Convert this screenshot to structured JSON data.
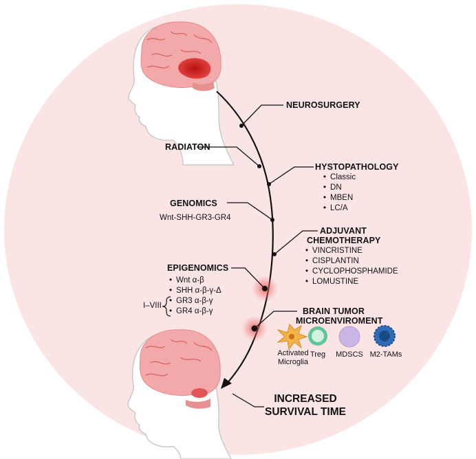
{
  "colors": {
    "background_circle": "#fbe4e4",
    "brain": "#f2a6a6",
    "tumor": "#d11f1f",
    "timeline": "#111111"
  },
  "steps": {
    "neurosurgery": "NEUROSURGERY",
    "radiation": "RADIATON",
    "histopathology": {
      "title": "HYSTOPATHOLOGY",
      "items": [
        "Classic",
        "DN",
        "MBEN",
        "LC/A"
      ]
    },
    "genomics": {
      "title": "GENOMICS",
      "subtitle": "Wnt-SHH-GR3-GR4"
    },
    "adjuvant": {
      "title_line1": "ADJUVANT",
      "title_line2": "CHEMOTHERAPY",
      "items": [
        "VINCRISTINE",
        "CISPLANTIN",
        "CYCLOPHOSPHAMIDE",
        "LOMUSTINE"
      ]
    },
    "epigenomics": {
      "title": "EPIGENOMICS",
      "items": [
        "Wnt α-β",
        "SHH α-β-γ-Δ",
        "GR3 α-β-γ",
        "GR4 α-β-γ"
      ],
      "range_label": "I–VIII"
    },
    "microenvironment": {
      "title_line1": "BRAIN TUMOR",
      "title_line2": "MICROENVIROMENT",
      "cells": [
        "Activated Microglia",
        "Treg",
        "MDSCS",
        "M2-TAMs"
      ],
      "cell_label_microglia_line1": "Activated",
      "cell_label_microglia_line2": "Microglia"
    }
  },
  "outcome": {
    "line1": "INCREASED",
    "line2": "SURVIVAL TIME"
  },
  "icons": [
    "child-head-brain-tumor-icon",
    "child-head-brain-reduced-tumor-icon",
    "microglia-cell-icon",
    "treg-cell-icon",
    "mdsc-cell-icon",
    "m2-tam-cell-icon"
  ]
}
